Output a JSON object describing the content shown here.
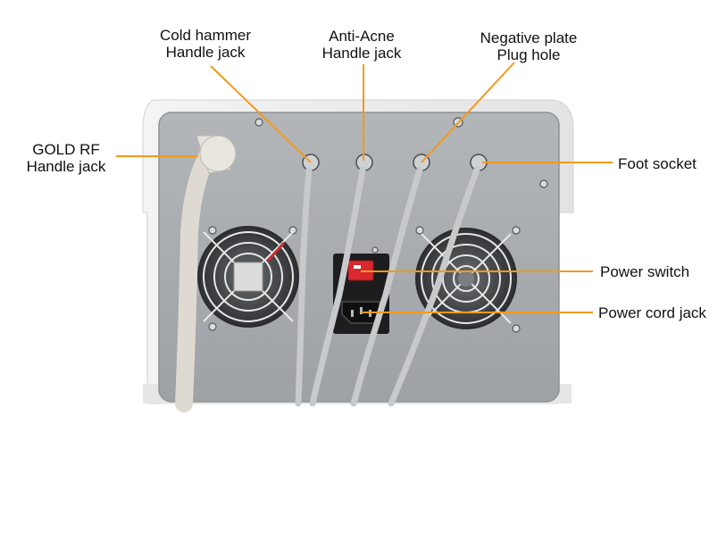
{
  "colors": {
    "leader": "#f39a1c",
    "panel": "#a9acaf",
    "panel_edge": "#8f9296",
    "housing": "#eeeeee",
    "cable": "#cfd1d2",
    "thick_cable": "#e4e1da",
    "switch_red": "#d8292e",
    "dark": "#1d1d1f",
    "label": "#111111"
  },
  "labels": {
    "gold_rf": {
      "line1": "GOLD RF",
      "line2": "Handle jack"
    },
    "cold_hammer": {
      "line1": "Cold hammer",
      "line2": "Handle jack"
    },
    "anti_acne": {
      "line1": "Anti-Acne",
      "line2": "Handle jack"
    },
    "negative_plate": {
      "line1": "Negative plate",
      "line2": "Plug hole"
    },
    "foot_socket": "Foot socket",
    "power_switch": "Power switch",
    "power_cord": "Power cord jack"
  },
  "icons": [
    "fan-grille-icon",
    "power-switch-icon",
    "iec-socket-icon",
    "jack-icon",
    "screw-icon"
  ]
}
